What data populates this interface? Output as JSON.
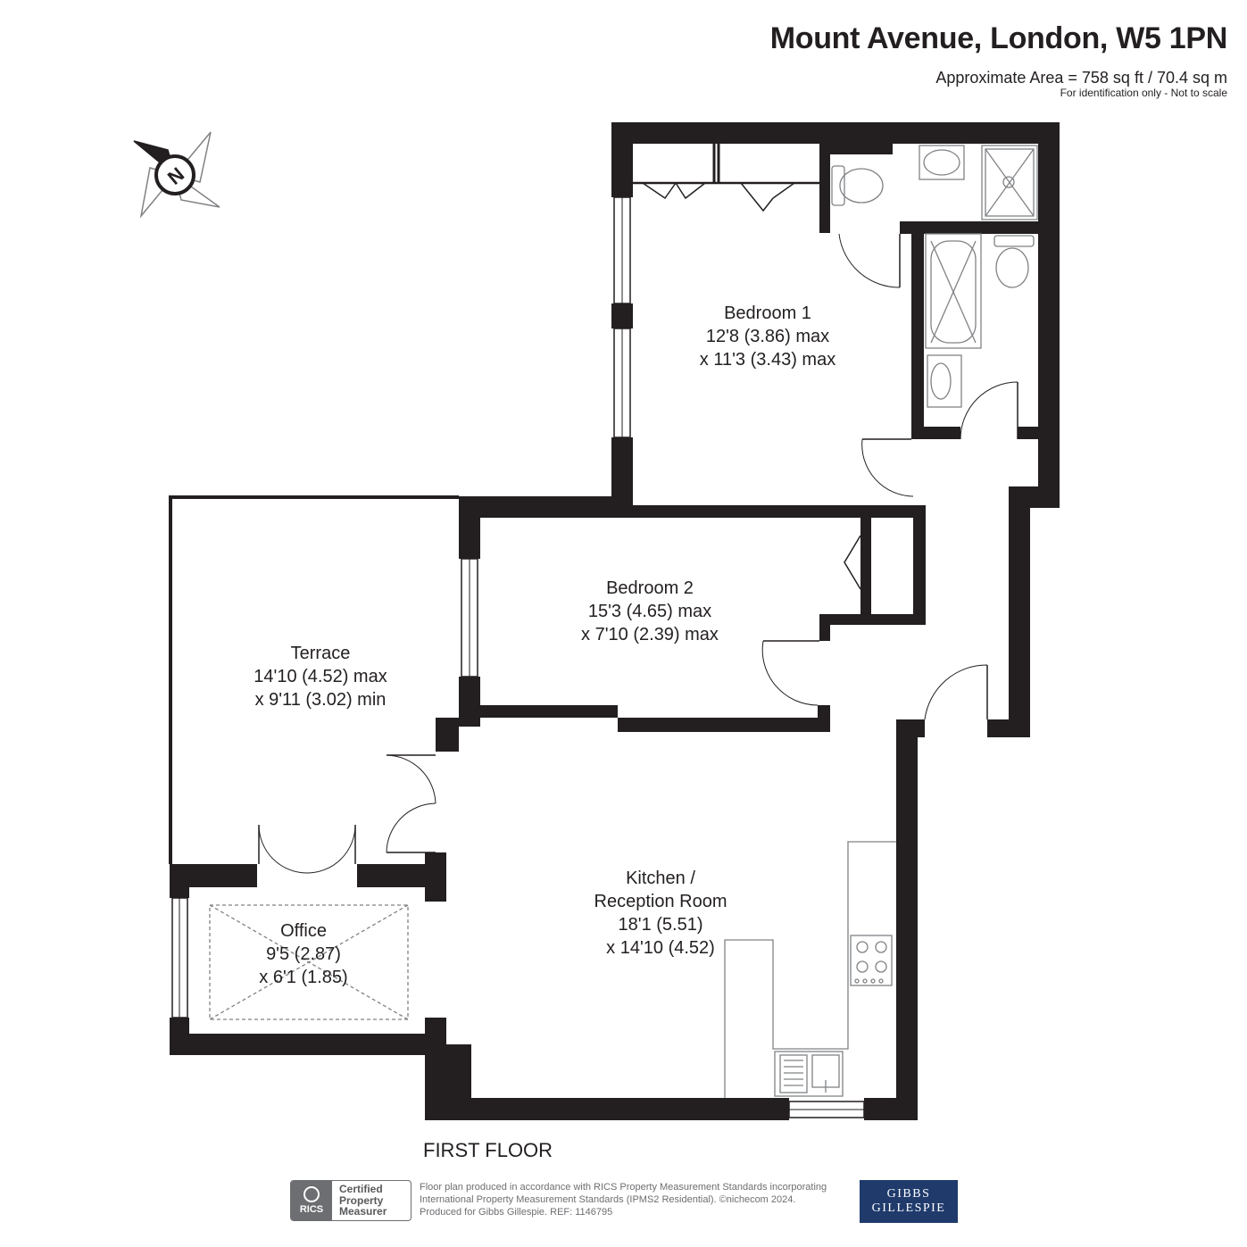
{
  "header": {
    "title": "Mount Avenue, London, W5 1PN",
    "area": "Approximate Area = 758 sq ft / 70.4 sq m",
    "note": "For identification only - Not to scale"
  },
  "compass": {
    "letter": "N",
    "icon": "north-compass-icon"
  },
  "rooms": [
    {
      "id": "bedroom-1",
      "name": "Bedroom 1",
      "dim1": "12'8 (3.86) max",
      "dim2": "x 11'3 (3.43) max"
    },
    {
      "id": "bedroom-2",
      "name": "Bedroom 2",
      "dim1": "15'3 (4.65) max",
      "dim2": "x 7'10 (2.39) max"
    },
    {
      "id": "terrace",
      "name": "Terrace",
      "dim1": "14'10 (4.52) max",
      "dim2": "x 9'11 (3.02) min"
    },
    {
      "id": "office",
      "name": "Office",
      "dim1": "9'5 (2.87)",
      "dim2": "x 6'1 (1.85)"
    },
    {
      "id": "kitchen",
      "name": "Kitchen /",
      "name2": "Reception Room",
      "dim1": "18'1 (5.51)",
      "dim2": "x 14'10 (4.52)"
    }
  ],
  "floor": "FIRST FLOOR",
  "footer": {
    "rics_logo_text": "RICS",
    "badge_lines": [
      "Certified",
      "Property",
      "Measurer"
    ],
    "disclaimer_lines": [
      "Floor plan produced in accordance with RICS Property Measurement Standards incorporating",
      "International Property Measurement Standards (IPMS2 Residential).   ©nichecom 2024.",
      "Produced for Gibbs Gillespie.   REF: 1146795"
    ],
    "agent_lines": [
      "GIBBS",
      "GILLESPIE"
    ]
  },
  "colors": {
    "wall": "#231f20",
    "fixture": "#808285",
    "agent": "#1f3a6b"
  }
}
